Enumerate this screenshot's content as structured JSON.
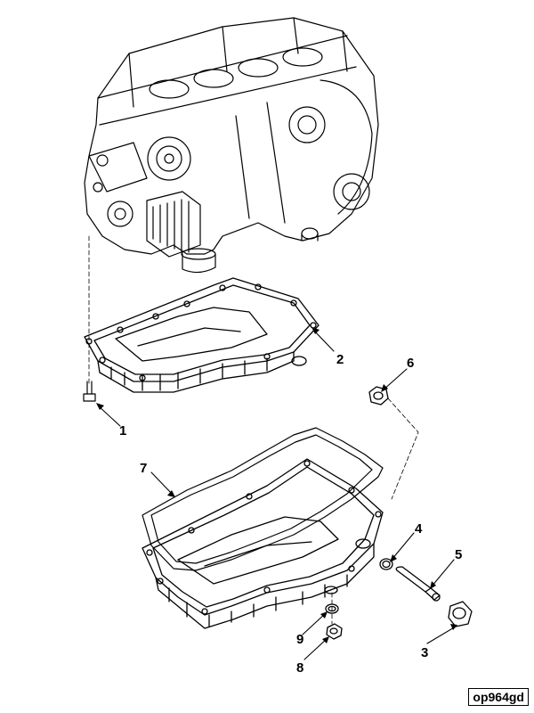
{
  "figure_id": "op964gd",
  "callouts": [
    {
      "number": "1"
    },
    {
      "number": "2"
    },
    {
      "number": "3"
    },
    {
      "number": "4"
    },
    {
      "number": "5"
    },
    {
      "number": "6"
    },
    {
      "number": "7"
    },
    {
      "number": "8"
    },
    {
      "number": "9"
    }
  ],
  "colors": {
    "line": "#000000",
    "background": "#ffffff"
  }
}
